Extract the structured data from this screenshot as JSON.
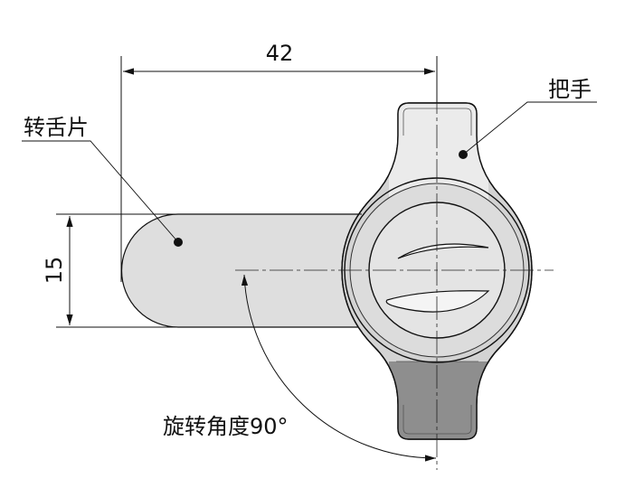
{
  "dimensions": {
    "width": "42",
    "height": "15"
  },
  "labels": {
    "tongue": "转舌片",
    "handle": "把手",
    "rotation": "旋转角度90°"
  },
  "colors": {
    "line": "#111111",
    "tongue_fill": "#dedede",
    "handle_light": "#ebebeb",
    "handle_mid": "#d3d3d3",
    "handle_dark": "#8e8e8e",
    "knob_fill": "#e4e4e4"
  }
}
